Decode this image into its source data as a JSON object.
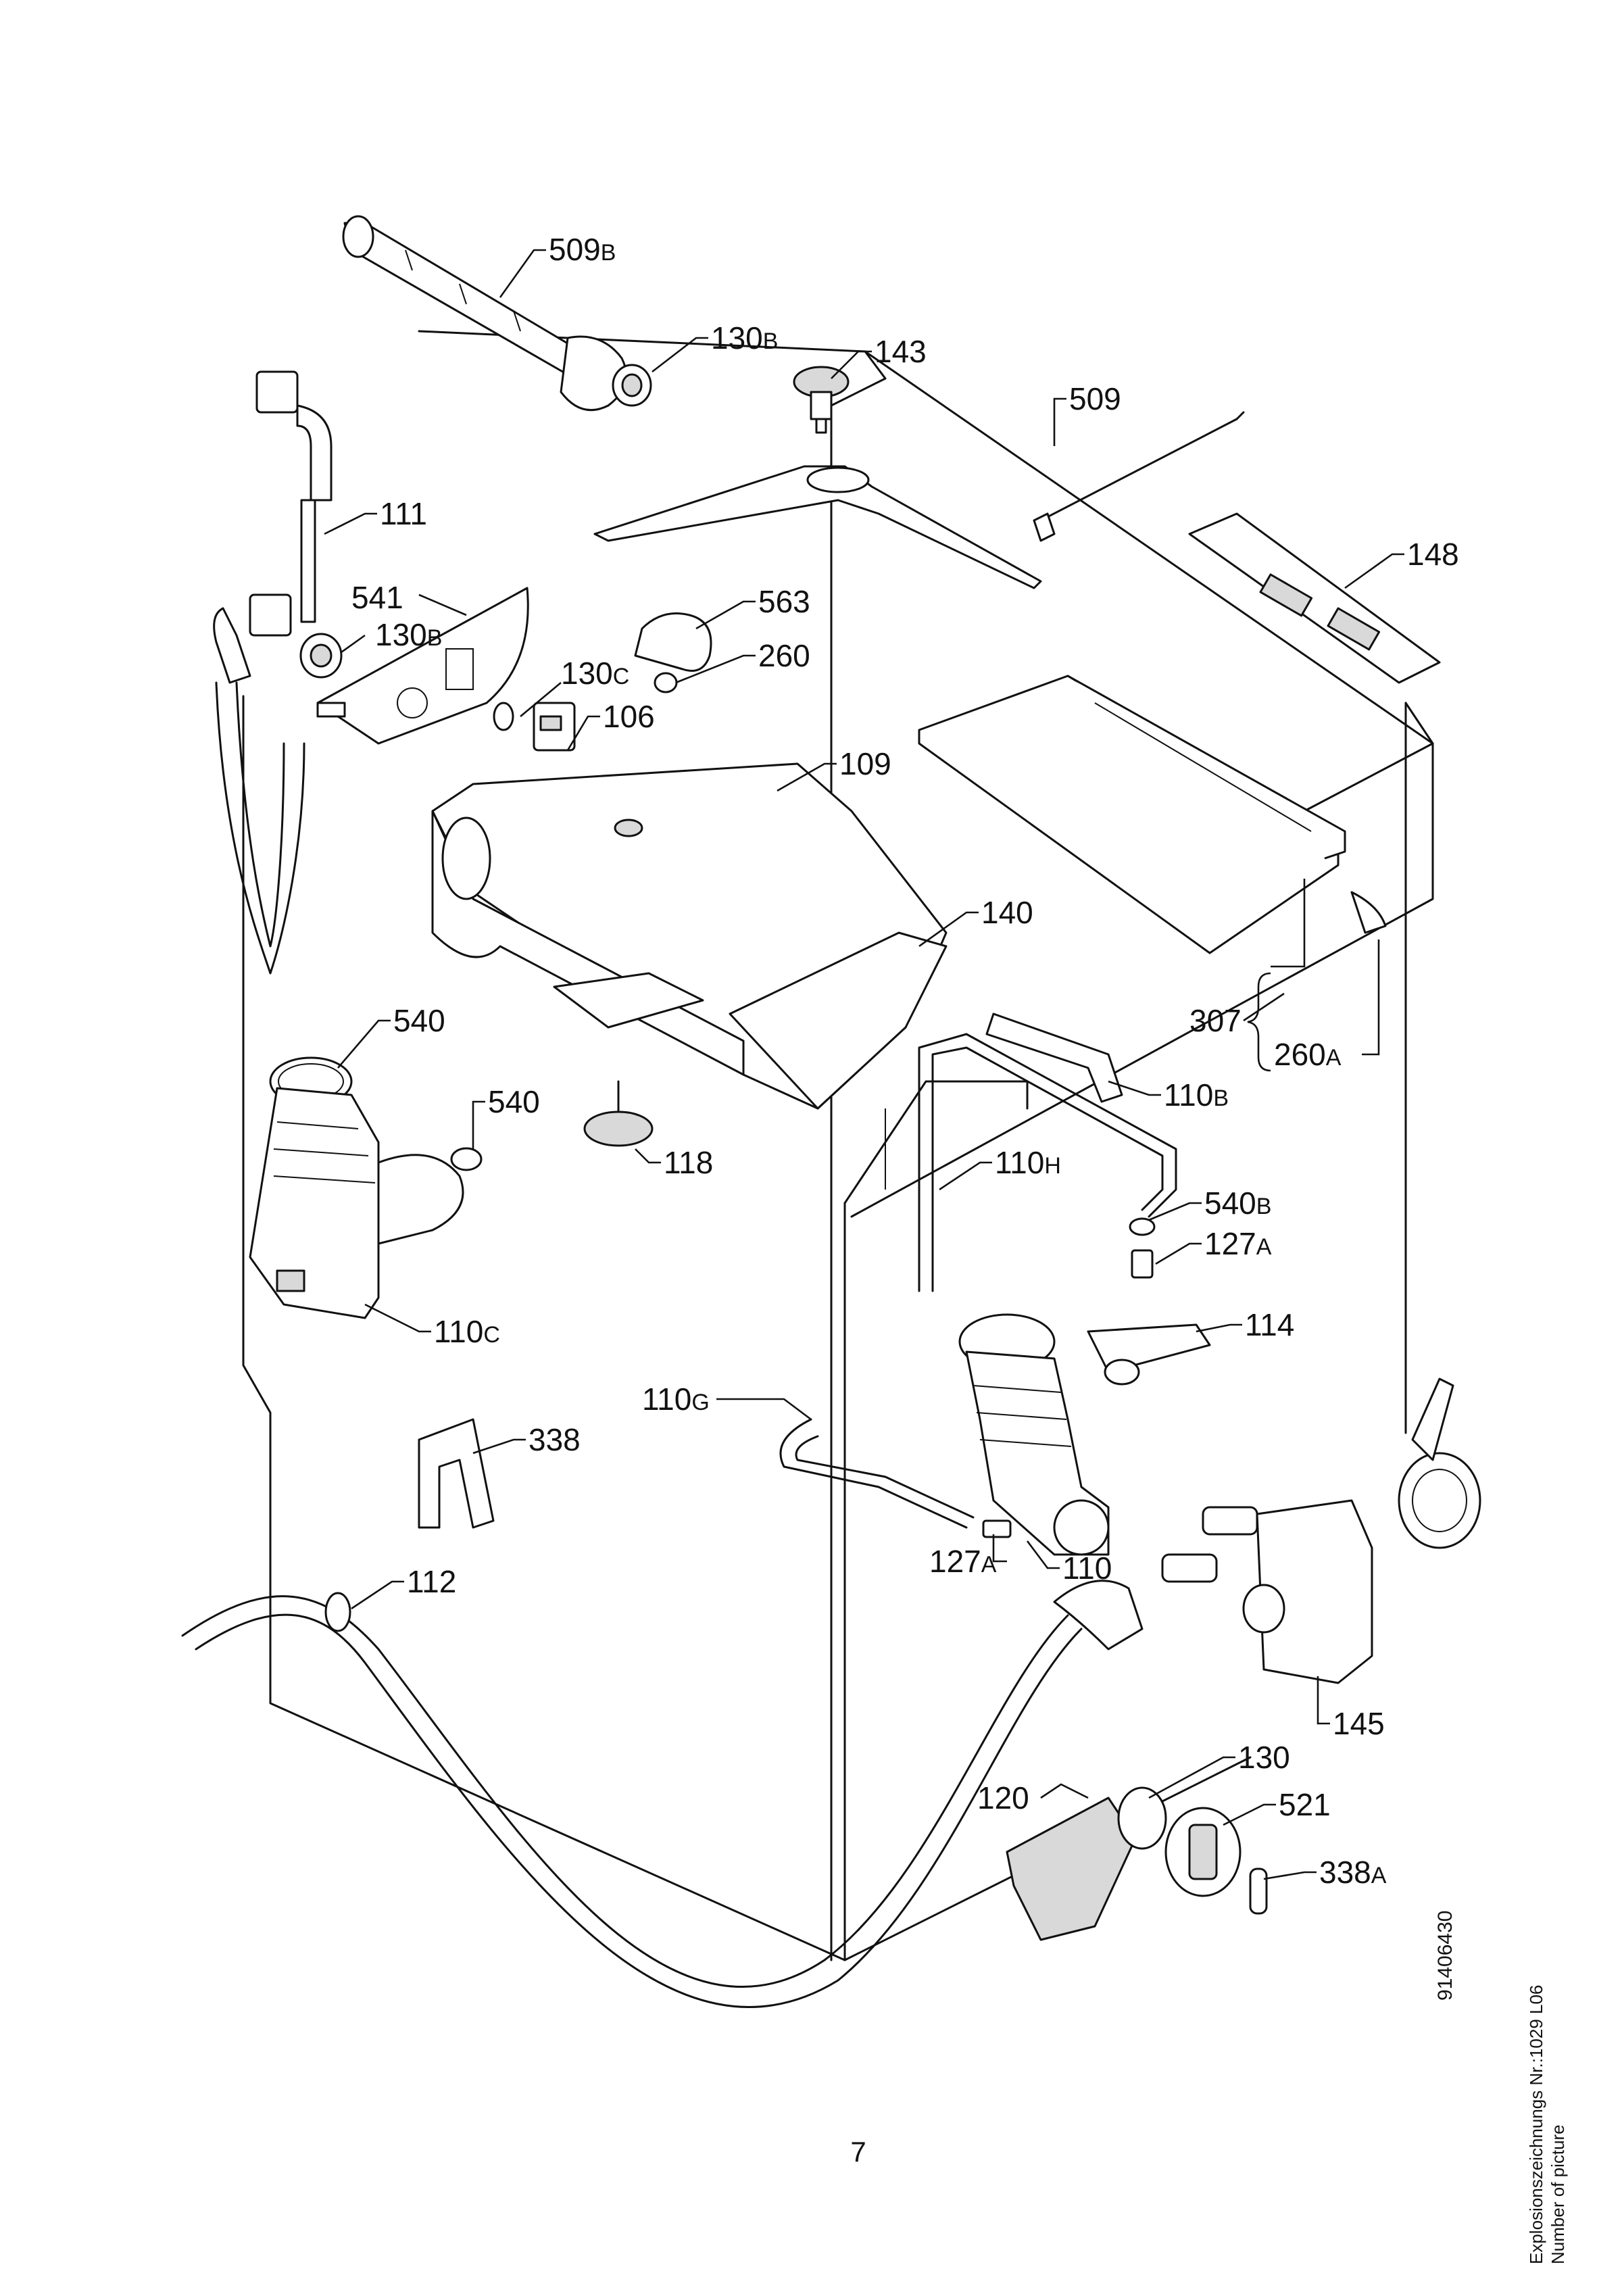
{
  "callouts": [
    {
      "id": "c509b",
      "num": "509",
      "suffix": "B"
    },
    {
      "id": "c130b_top",
      "num": "130",
      "suffix": "B"
    },
    {
      "id": "c143",
      "num": "143",
      "suffix": ""
    },
    {
      "id": "c509",
      "num": "509",
      "suffix": ""
    },
    {
      "id": "c111",
      "num": "111",
      "suffix": ""
    },
    {
      "id": "c148",
      "num": "148",
      "suffix": ""
    },
    {
      "id": "c541",
      "num": "541",
      "suffix": ""
    },
    {
      "id": "c130b_mid",
      "num": "130",
      "suffix": "B"
    },
    {
      "id": "c563",
      "num": "563",
      "suffix": ""
    },
    {
      "id": "c130c",
      "num": "130",
      "suffix": "C"
    },
    {
      "id": "c260",
      "num": "260",
      "suffix": ""
    },
    {
      "id": "c106",
      "num": "106",
      "suffix": ""
    },
    {
      "id": "c109",
      "num": "109",
      "suffix": ""
    },
    {
      "id": "c140",
      "num": "140",
      "suffix": ""
    },
    {
      "id": "c540_a",
      "num": "540",
      "suffix": ""
    },
    {
      "id": "c307",
      "num": "307",
      "suffix": ""
    },
    {
      "id": "c260a",
      "num": "260",
      "suffix": "A"
    },
    {
      "id": "c110b",
      "num": "110",
      "suffix": "B"
    },
    {
      "id": "c540_b",
      "num": "540",
      "suffix": ""
    },
    {
      "id": "c118",
      "num": "118",
      "suffix": ""
    },
    {
      "id": "c110h",
      "num": "110",
      "suffix": "H"
    },
    {
      "id": "c540b",
      "num": "540",
      "suffix": "B"
    },
    {
      "id": "c127a_top",
      "num": "127",
      "suffix": "A"
    },
    {
      "id": "c110c",
      "num": "110",
      "suffix": "C"
    },
    {
      "id": "c114",
      "num": "114",
      "suffix": ""
    },
    {
      "id": "c110g",
      "num": "110",
      "suffix": "G"
    },
    {
      "id": "c338",
      "num": "338",
      "suffix": ""
    },
    {
      "id": "c127a_bot",
      "num": "127",
      "suffix": "A"
    },
    {
      "id": "c110",
      "num": "110",
      "suffix": ""
    },
    {
      "id": "c112",
      "num": "112",
      "suffix": ""
    },
    {
      "id": "c145",
      "num": "145",
      "suffix": ""
    },
    {
      "id": "c130",
      "num": "130",
      "suffix": ""
    },
    {
      "id": "c120",
      "num": "120",
      "suffix": ""
    },
    {
      "id": "c521",
      "num": "521",
      "suffix": ""
    },
    {
      "id": "c338a",
      "num": "338",
      "suffix": "A"
    }
  ],
  "picture_code": "91406430",
  "footer": {
    "line_de": "Explosionszeichnungs Nr.:1029 L06",
    "line_en": "Number of picture"
  },
  "page_number": "7"
}
